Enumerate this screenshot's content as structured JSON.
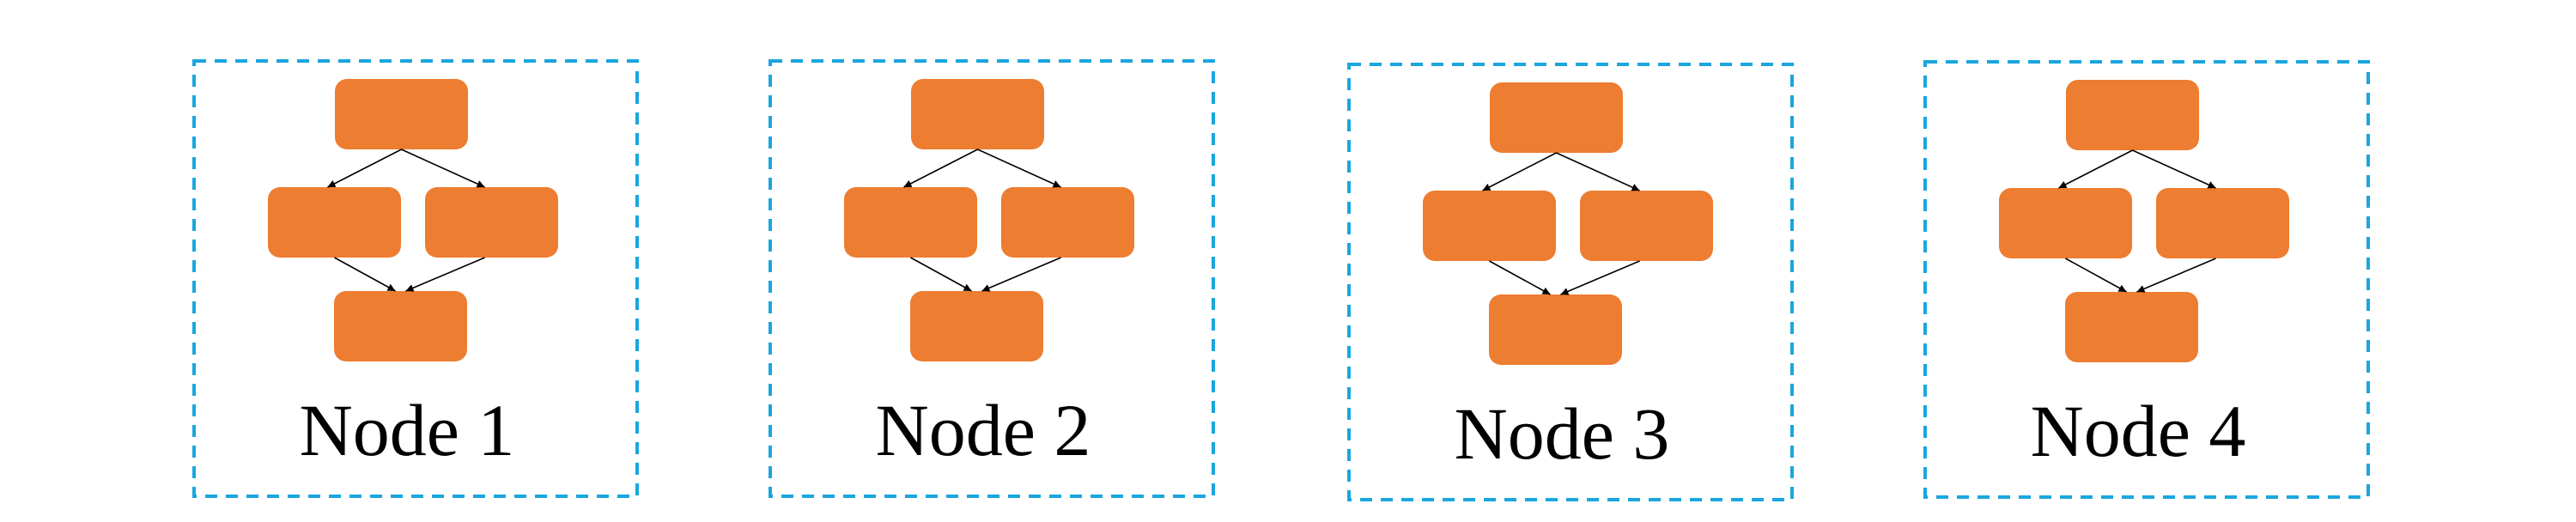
{
  "colors": {
    "box_border": "#1AA6DE",
    "block_fill": "#ED7D31",
    "edge": "#000000"
  },
  "nodes": [
    {
      "label": "Node 1"
    },
    {
      "label": "Node 2"
    },
    {
      "label": "Node 3"
    },
    {
      "label": "Node 4"
    }
  ]
}
